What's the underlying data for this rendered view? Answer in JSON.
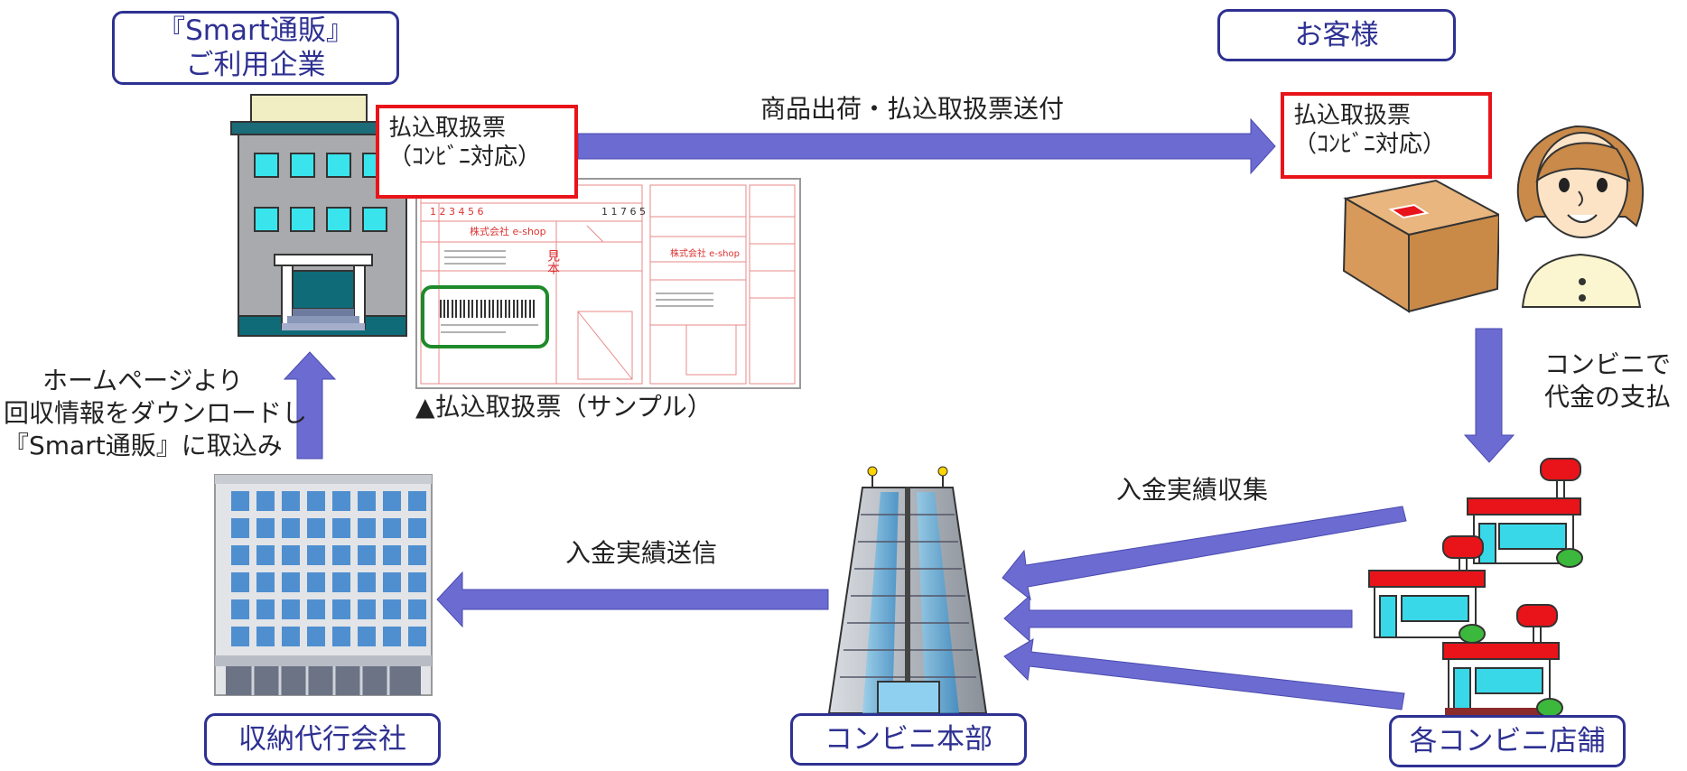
{
  "nodes": {
    "merchant": {
      "line1": "『Smart通販』",
      "line2": "ご利用企業"
    },
    "customer": "お客様",
    "agency": "収納代行会社",
    "hq": "コンビニ本部",
    "stores": "各コンビニ店舗"
  },
  "slips": {
    "left": {
      "line1": "払込取扱票",
      "line2": "（ｺﾝﾋﾞﾆ対応）"
    },
    "right": {
      "line1": "払込取扱票",
      "line2": "（ｺﾝﾋﾞﾆ対応）"
    }
  },
  "flows": {
    "shipping": "商品出荷・払込取扱票送付",
    "pay": {
      "line1": "コンビニで",
      "line2": "代金の支払"
    },
    "collect": "入金実績収集",
    "send": "入金実績送信",
    "download": {
      "line1": "ホームページより",
      "line2": "回収情報をダウンロードし",
      "line3": "『Smart通販』に取込み"
    }
  },
  "sample": {
    "caption": "▲払込取扱票（サンプル）",
    "company": "株式会社 e-shop",
    "digits": "1 2 3 4 5 6",
    "amount": "1 1 7 6 5",
    "stamp": "見本"
  },
  "colors": {
    "arrow": "#6b6bd1",
    "box_border": "#2e3192",
    "slip_border": "#e8141a",
    "barcode_frame": "#1e8a2a"
  }
}
